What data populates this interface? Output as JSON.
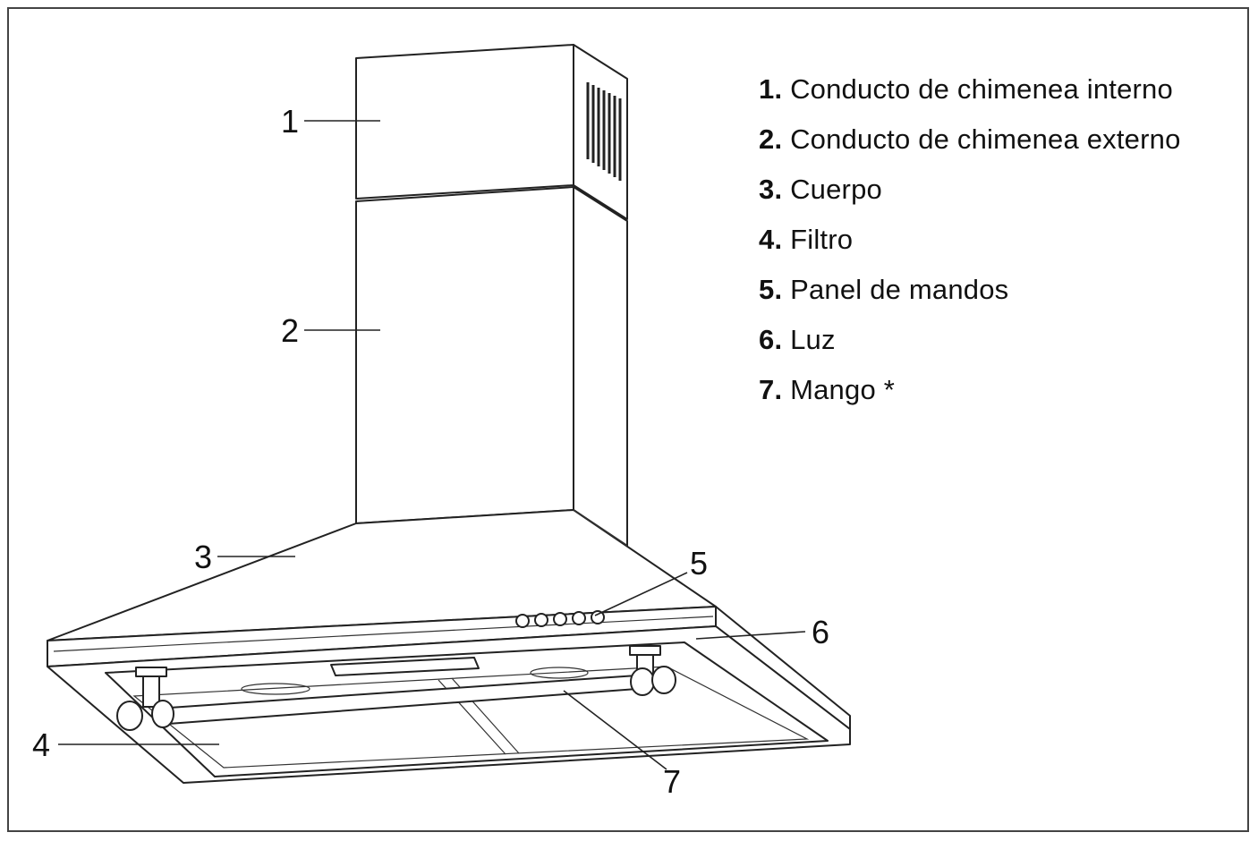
{
  "legend": [
    {
      "number": "1.",
      "label": "Conducto de chimenea interno"
    },
    {
      "number": "2.",
      "label": "Conducto de chimenea externo"
    },
    {
      "number": "3.",
      "label": "Cuerpo"
    },
    {
      "number": "4.",
      "label": "Filtro"
    },
    {
      "number": "5.",
      "label": "Panel de mandos"
    },
    {
      "number": "6.",
      "label": "Luz"
    },
    {
      "number": "7.",
      "label": "Mango *"
    }
  ],
  "callouts": [
    "1",
    "2",
    "3",
    "4",
    "5",
    "6",
    "7"
  ]
}
